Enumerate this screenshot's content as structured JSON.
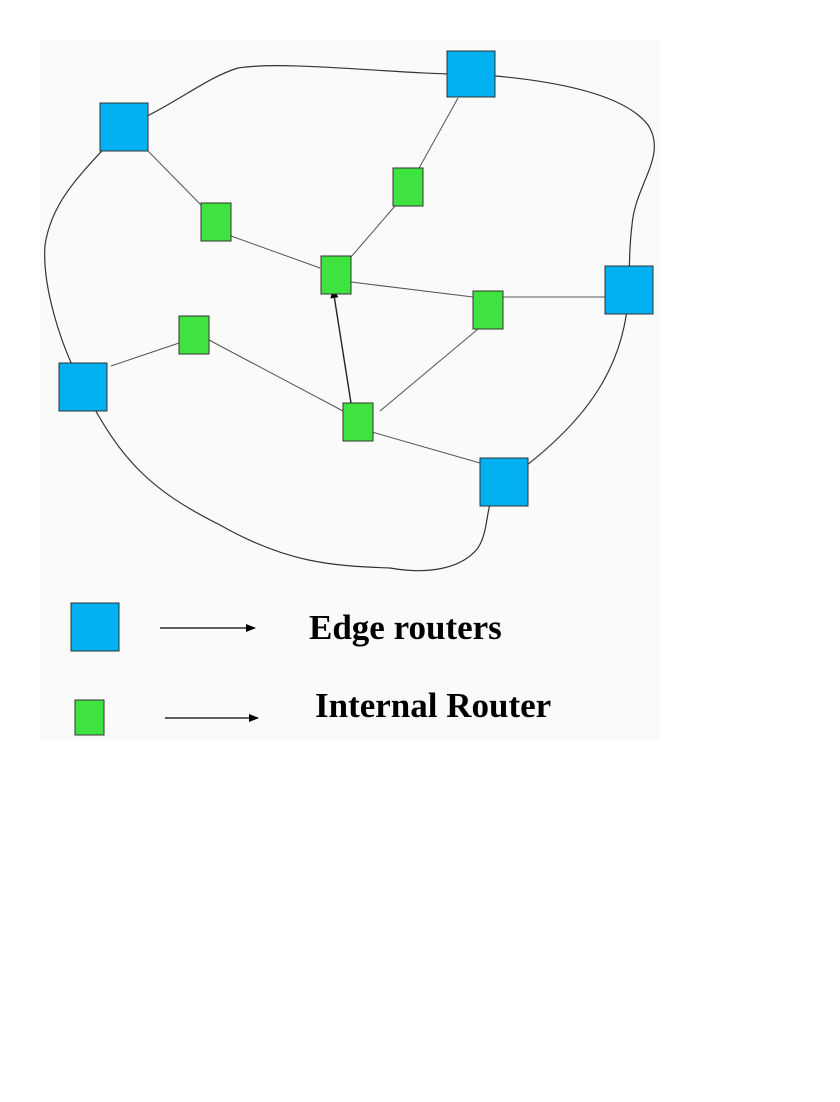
{
  "diagram": {
    "colors": {
      "edge_router": "#00b0f0",
      "internal_router": "#3fe33f",
      "stroke": "#333333",
      "link": "#555555"
    },
    "nodes": [
      {
        "id": "E1",
        "kind": "edge_router"
      },
      {
        "id": "E2",
        "kind": "edge_router"
      },
      {
        "id": "E3",
        "kind": "edge_router"
      },
      {
        "id": "E4",
        "kind": "edge_router"
      },
      {
        "id": "E5",
        "kind": "edge_router"
      },
      {
        "id": "I1",
        "kind": "internal_router"
      },
      {
        "id": "I2",
        "kind": "internal_router"
      },
      {
        "id": "I3",
        "kind": "internal_router"
      },
      {
        "id": "I4",
        "kind": "internal_router"
      },
      {
        "id": "I5",
        "kind": "internal_router"
      },
      {
        "id": "I6",
        "kind": "internal_router"
      }
    ],
    "links": [
      {
        "from": "E1",
        "to": "I1"
      },
      {
        "from": "I1",
        "to": "I3"
      },
      {
        "from": "E2",
        "to": "I2"
      },
      {
        "from": "I2",
        "to": "I3"
      },
      {
        "from": "I3",
        "to": "I4"
      },
      {
        "from": "I4",
        "to": "E3"
      },
      {
        "from": "E4",
        "to": "I5"
      },
      {
        "from": "I5",
        "to": "I6"
      },
      {
        "from": "I6",
        "to": "I4"
      },
      {
        "from": "I6",
        "to": "E5"
      },
      {
        "from": "I6",
        "to": "I3",
        "directed": true
      }
    ],
    "boundary": "closed curve through all edge routers"
  },
  "legend": {
    "items": [
      {
        "kind": "edge_router",
        "label": "Edge routers"
      },
      {
        "kind": "internal_router",
        "label": "Internal Router"
      }
    ]
  }
}
